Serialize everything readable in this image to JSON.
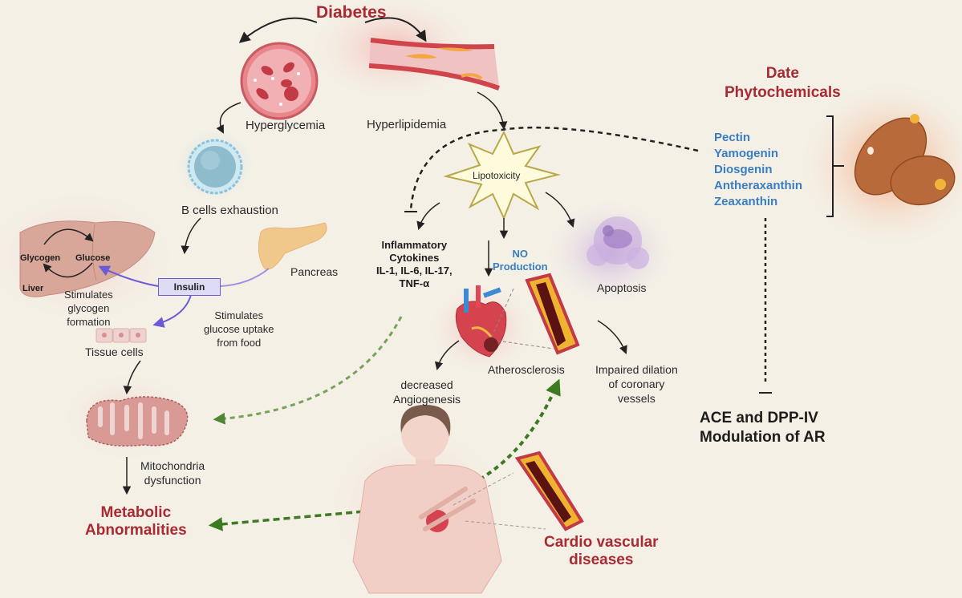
{
  "figure": {
    "background_color": "#f4f0e6",
    "colors": {
      "title_red": "#a82a32",
      "phyto_blue": "#3a7ec0",
      "insulin_purple": "#6a5bd6",
      "protective_green": "#3e7a22"
    }
  },
  "nodes": {
    "diabetes": "Diabetes",
    "hyperglycemia": "Hyperglycemia",
    "hyperlipidemia": "Hyperlipidemia",
    "b_cells": "B cells exhaustion",
    "lipotoxicity": "Lipotoxicity",
    "liver": {
      "glycogen": "Glycogen",
      "glucose": "Glucose",
      "liver": "Liver"
    },
    "pancreas": "Pancreas",
    "insulin": "Insulin",
    "stim_glycogen": [
      "Stimulates",
      "glycogen",
      "formation"
    ],
    "stim_glucose": [
      "Stimulates",
      "glucose uptake",
      "from food"
    ],
    "tissue_cells": "Tissue cells",
    "inflammatory": [
      "Inflammatory",
      "Cytokines",
      "IL-1, IL-6, IL-17,",
      "TNF-α"
    ],
    "no_production": [
      "NO",
      "Production"
    ],
    "apoptosis": "Apoptosis",
    "decreased_angiogenesis": [
      "decreased",
      "Angiogenesis"
    ],
    "atherosclerosis": "Atherosclerosis",
    "impaired_dilation": [
      "Impaired dilation",
      "of coronary",
      "vessels"
    ],
    "mitochondria": [
      "Mitochondria",
      "dysfunction"
    ],
    "metabolic": [
      "Metabolic",
      "Abnormalities"
    ],
    "cvd": [
      "Cardio vascular",
      "diseases"
    ]
  },
  "phytochemicals": {
    "title": [
      "Date",
      "Phytochemicals"
    ],
    "items": [
      "Pectin",
      "Yamogenin",
      "Diosgenin",
      "Antheraxanthin",
      "Zeaxanthin"
    ]
  },
  "outcome": [
    "ACE and DPP-IV",
    "Modulation of AR"
  ]
}
